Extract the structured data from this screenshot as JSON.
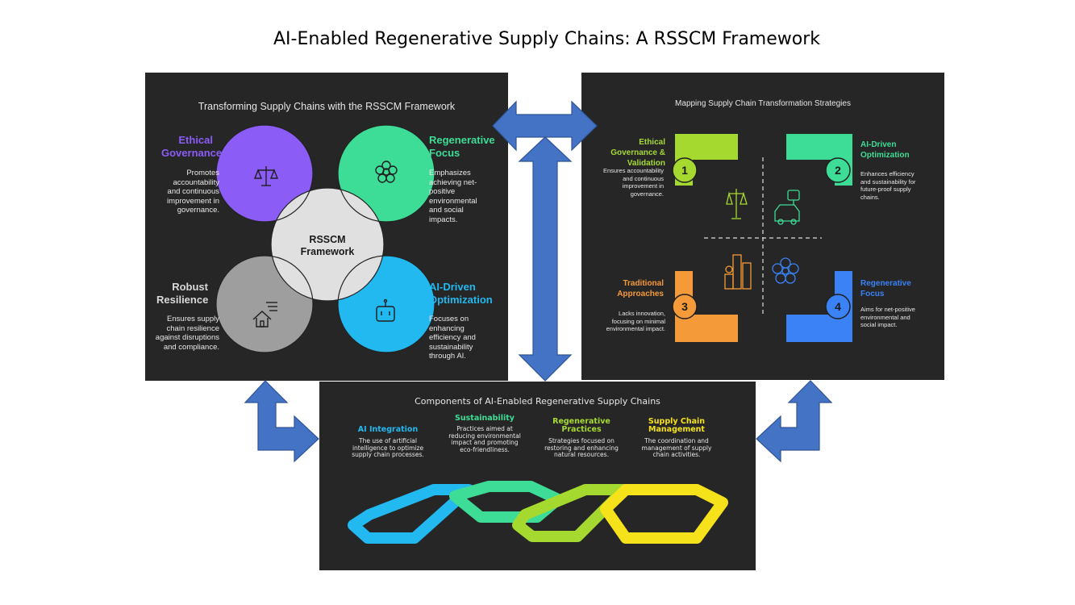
{
  "title": "AI-Enabled Regenerative Supply Chains: A RSSCM Framework",
  "left_panel": {
    "title": "Transforming Supply Chains with the RSSCM Framework",
    "center": [
      "RSSCM",
      "Framework"
    ],
    "items": [
      {
        "heading": "Ethical Governance",
        "desc": "Promotes accountability and continuous improvement in governance.",
        "color": "#8b5cf6"
      },
      {
        "heading": "Regenerative Focus",
        "desc": "Emphasizes achieving net-positive environmental and social impacts.",
        "color": "#34d399"
      },
      {
        "heading": "Robust Resilience",
        "desc": "Ensures supply chain resilience against disruptions and compliance.",
        "color": "#bdbdbd"
      },
      {
        "heading": "AI-Driven Optimization",
        "desc": "Focuses on enhancing efficiency and sustainability through AI.",
        "color": "#22b8f0"
      }
    ]
  },
  "right_panel": {
    "title": "Mapping Supply Chain Transformation Strategies",
    "quadrants": [
      {
        "number": "1",
        "heading": "Ethical Governance & Validation",
        "desc": "Ensures accountability and continuous improvement in governance.",
        "color": "#a6d92f"
      },
      {
        "number": "2",
        "heading": "AI-Driven Optimization",
        "desc": "Enhances efficiency and sustainability for future-proof supply chains.",
        "color": "#3ddc97"
      },
      {
        "number": "3",
        "heading": "Traditional Approaches",
        "desc": "Lacks innovation, focusing on minimal environmental impact.",
        "color": "#f59a38"
      },
      {
        "number": "4",
        "heading": "Regenerative Focus",
        "desc": "Aims for net-positive environmental and social impact.",
        "color": "#3b82f6"
      }
    ]
  },
  "bottom_panel": {
    "title": "Components of AI-Enabled Regenerative Supply Chains",
    "items": [
      {
        "heading": "AI Integration",
        "desc": "The use of artificial intelligence to optimize supply chain processes.",
        "color": "#22b8f0"
      },
      {
        "heading": "Sustainability",
        "desc": "Practices aimed at reducing environmental impact and promoting eco-friendliness.",
        "color": "#3ddc97"
      },
      {
        "heading": "Regenerative Practices",
        "desc": "Strategies focused on restoring and enhancing natural resources.",
        "color": "#a6d92f"
      },
      {
        "heading": "Supply Chain Management",
        "desc": "The coordination and management of supply chain activities.",
        "color": "#f5e21a"
      }
    ]
  },
  "arrow_color": "#4472c4"
}
